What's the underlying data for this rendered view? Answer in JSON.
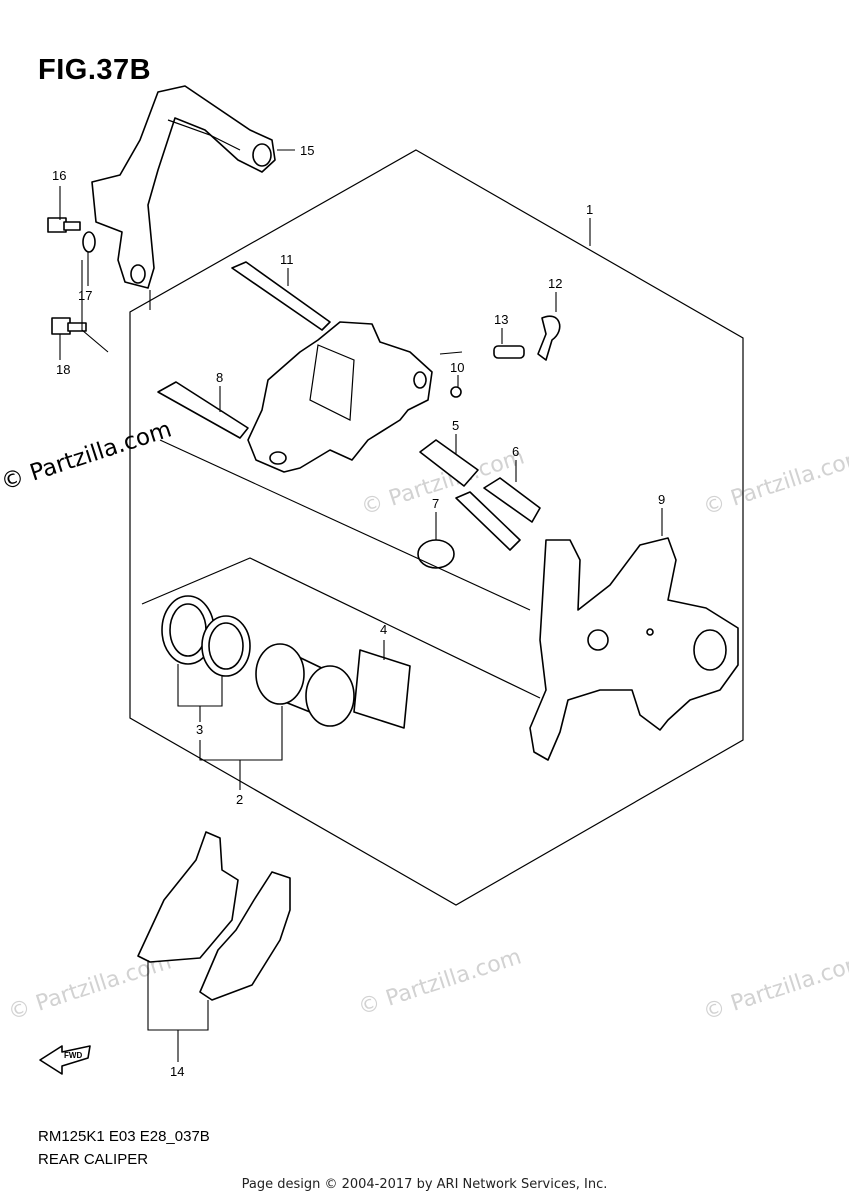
{
  "figure": {
    "title": "FIG.37B",
    "code": "RM125K1 E03 E28_037B",
    "name": "REAR CALIPER"
  },
  "callouts": [
    "1",
    "2",
    "3",
    "4",
    "5",
    "6",
    "7",
    "8",
    "9",
    "10",
    "11",
    "12",
    "13",
    "14",
    "15",
    "16",
    "17",
    "18"
  ],
  "fwd_label": "FWD",
  "watermark": {
    "main": "© Partzilla.com",
    "faint": "© Partzilla.com"
  },
  "footer": "Page design © 2004-2017 by ARI Network Services, Inc."
}
